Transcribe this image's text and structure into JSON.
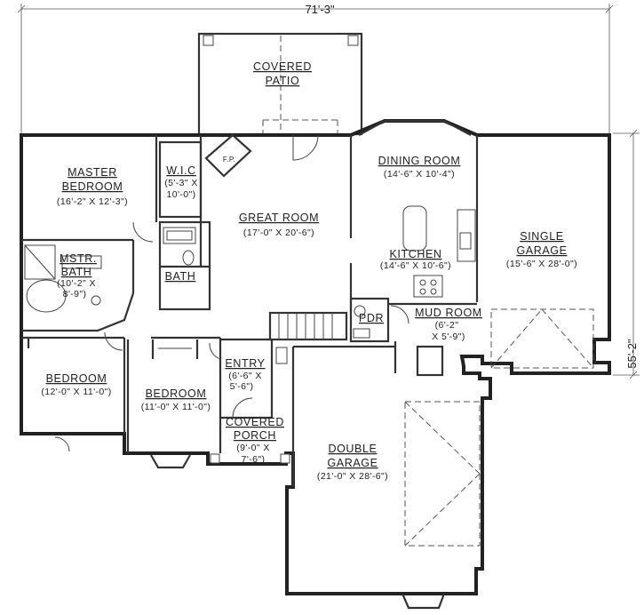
{
  "dimensions": {
    "overall_width": "71'-3\"",
    "overall_depth": "55'-2\""
  },
  "rooms": {
    "covered_patio": {
      "name_line1": "COVERED",
      "name_line2": "PATIO"
    },
    "master_bedroom": {
      "name_line1": "MASTER",
      "name_line2": "BEDROOM",
      "size": "(16'-2\" X 12'-3\")"
    },
    "wic": {
      "name": "W.I.C",
      "size_line1": "(5'-3\" X",
      "size_line2": "10'-0\")"
    },
    "fp": {
      "name": "F.P."
    },
    "great_room": {
      "name": "GREAT ROOM",
      "size": "(17'-0\" X 20'-6\")"
    },
    "dining_room": {
      "name": "DINING ROOM",
      "size": "(14'-6\" X 10'-4\")"
    },
    "kitchen": {
      "name": "KITCHEN",
      "size": "(14'-6\" X 10'-6\")"
    },
    "single_garage": {
      "name_line1": "SINGLE",
      "name_line2": "GARAGE",
      "size": "(15'-6\" X 28'-0\")"
    },
    "mstr_bath": {
      "name_line1": "MSTR.",
      "name_line2": "BATH",
      "size_line1": "(10'-2\" X",
      "size_line2": "8'-9\")"
    },
    "bath": {
      "name": "BATH"
    },
    "pdr": {
      "name": "PDR"
    },
    "mud_room": {
      "name": "MUD ROOM",
      "size_line1": "(6'-2\"",
      "size_line2": "X 5'-9\")"
    },
    "bedroom_left": {
      "name": "BEDROOM",
      "size": "(12'-0\" X 11'-0\")"
    },
    "bedroom_mid": {
      "name": "BEDROOM",
      "size": "(11'-0\" X 11'-0\")"
    },
    "entry": {
      "name": "ENTRY",
      "size_line1": "(6'-6\" X",
      "size_line2": "5'-6\")"
    },
    "covered_porch": {
      "name_line1": "COVERED",
      "name_line2": "PORCH",
      "size_line1": "(9'-0\" X",
      "size_line2": "7'-6\")"
    },
    "double_garage": {
      "name_line1": "DOUBLE",
      "name_line2": "GARAGE",
      "size": "(21'-0\" X 28'-6\")"
    }
  }
}
